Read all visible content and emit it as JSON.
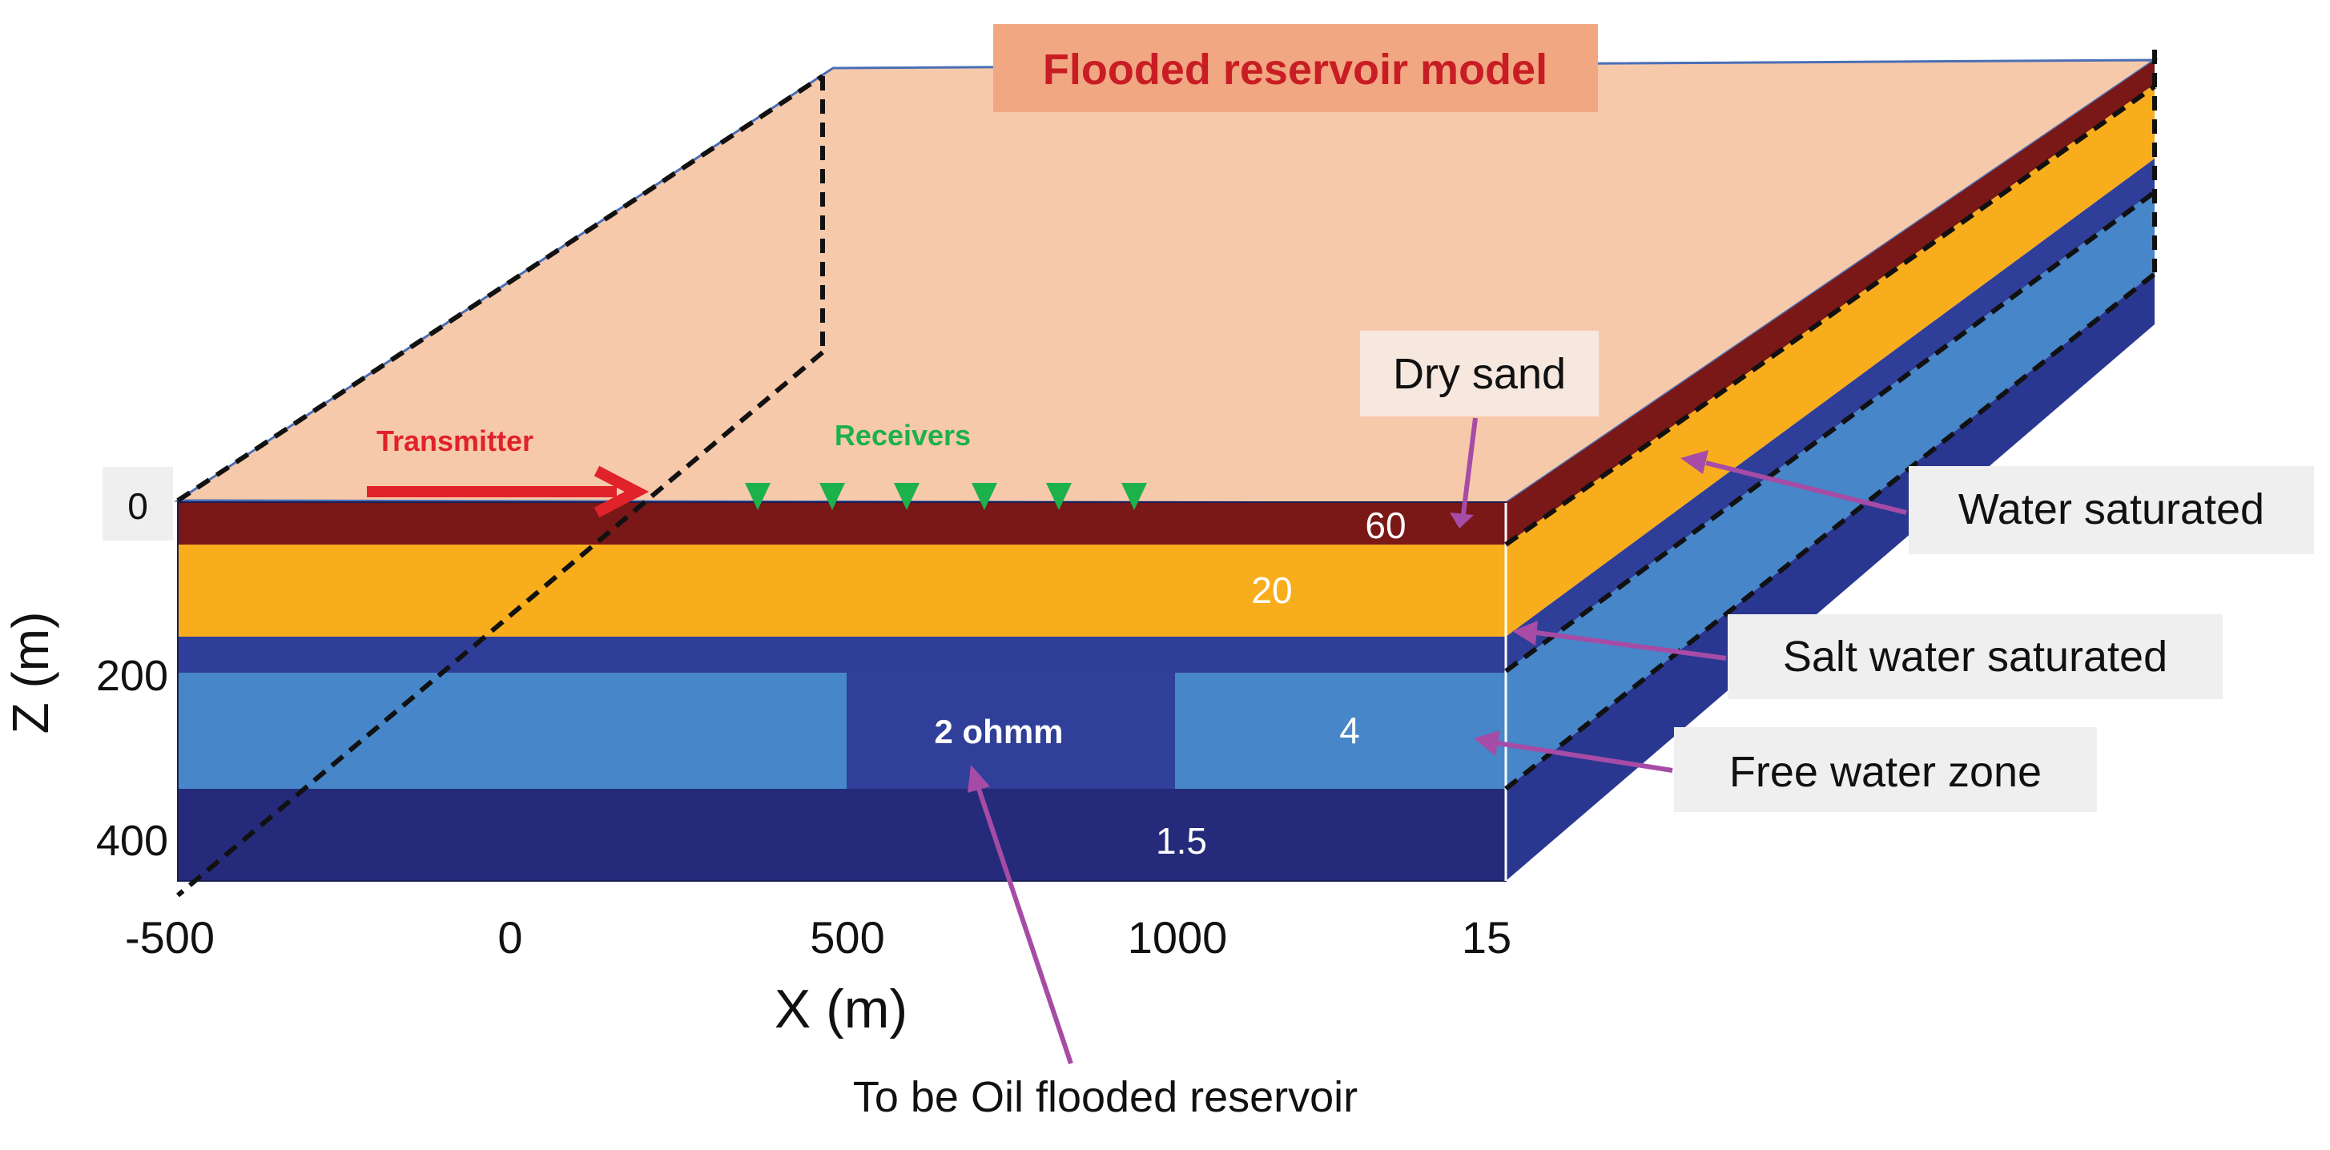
{
  "title": "Flooded reservoir model",
  "source_label": "Transmitter",
  "receivers_label": "Receivers",
  "receiver_count": 6,
  "layers": {
    "dry_sand": {
      "value": "60",
      "label": "Dry sand"
    },
    "water_saturated": {
      "value": "20",
      "label": "Water saturated"
    },
    "salt_water_saturated": {
      "label": "Salt water saturated"
    },
    "reservoir": {
      "value": "2 ohmm",
      "label": "To be Oil flooded reservoir"
    },
    "free_water_zone": {
      "value": "4",
      "label": "Free water zone"
    },
    "basement": {
      "value": "1.5"
    }
  },
  "axes": {
    "x_label": "X (m)",
    "x_ticks": [
      "-500",
      "0",
      "500",
      "1000",
      "15"
    ],
    "z_label": "Z (m)",
    "z_ticks": [
      "0",
      "200",
      "400"
    ]
  },
  "colors": {
    "top_surface": "#f7c9ab",
    "dry_sand": "#7a1717",
    "water_saturated": "#f8ad1c",
    "salt_water": "#2f3e98",
    "free_water": "#4786c8",
    "reservoir": "#303f99",
    "basement": "#252a7a",
    "title_box": "#f1a781",
    "title_text": "#c81d25",
    "transmitter": "#e0222a",
    "receivers": "#1db14b",
    "pointer": "#a64ca6"
  }
}
